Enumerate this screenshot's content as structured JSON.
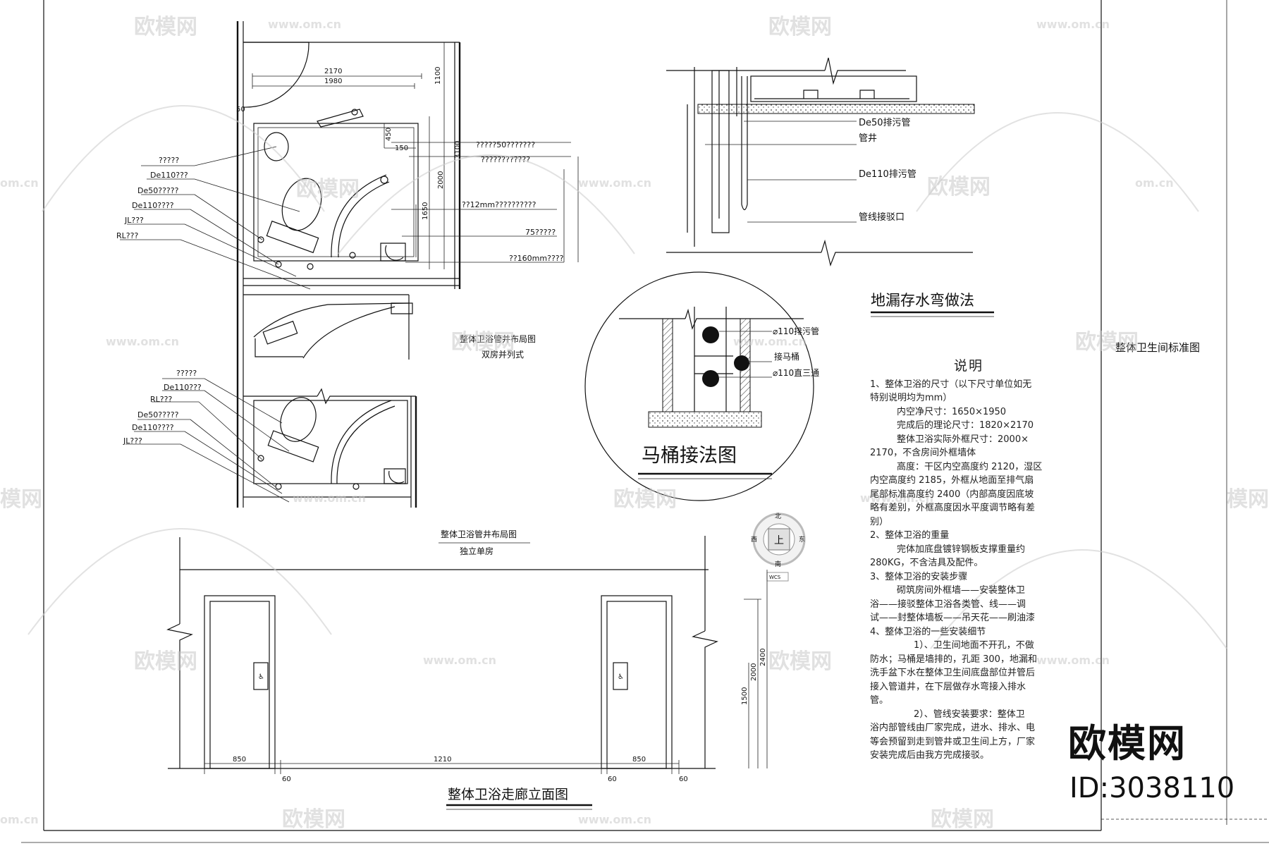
{
  "watermark": {
    "brand": "欧模网",
    "site": "www.om.cn",
    "short": "om.cn",
    "cn_partial": "模网"
  },
  "branding": {
    "name": "欧模网",
    "id": "ID:3038110"
  },
  "titles": {
    "plan_double": "整体卫浴管井布局图",
    "plan_double_sub": "双房并列式",
    "plan_single": "整体卫浴管井布局图",
    "plan_single_sub": "独立单房",
    "floor_drain": "地漏存水弯做法",
    "toilet_connect": "马桶接法图",
    "corridor": "整体卫浴走廊立面图",
    "sheet_side": "整体卫生间标准图"
  },
  "plan_dims": {
    "d2170": "2170",
    "d1980": "1980",
    "d1100": "1100",
    "d50": "50",
    "d450": "450",
    "d150": "150",
    "d3100": "3100",
    "d2000": "2000",
    "d1650": "1650"
  },
  "plan_labels_top": [
    "?????",
    "De110???",
    "De50?????",
    "De110????",
    "JL???",
    "RL???"
  ],
  "plan_callouts": [
    "?????50???????",
    "????????????",
    "??12mm??????????",
    "75?????",
    "??160mm????"
  ],
  "plan_labels_bottom": [
    "?????",
    "De110???",
    "RL???",
    "De50?????",
    "De110????",
    "JL???"
  ],
  "drain_labels": {
    "p1": "De50排污管",
    "p2": "管井",
    "p3": "De110排污管",
    "p4": "管线接驳口"
  },
  "toilet_labels": {
    "l1": "⌀110排污管",
    "l2": "接马桶",
    "l3": "⌀110直三通"
  },
  "compass": {
    "n": "北",
    "s": "南",
    "e": "东",
    "w": "西",
    "center": "上",
    "wcs": "WCS"
  },
  "corridor_dims": {
    "d850a": "850",
    "d60a": "60",
    "d1210": "1210",
    "d60b": "60",
    "d850b": "850",
    "d60c": "60",
    "h1500": "1500",
    "h2000": "2000",
    "h2400": "2400"
  },
  "notes": {
    "title": "说明",
    "lines": [
      {
        "t": "1、整体卫浴的尺寸（以下尺寸单位如无",
        "c": ""
      },
      {
        "t": "特别说明均为mm）",
        "c": ""
      },
      {
        "t": "内空净尺寸：1650×1950",
        "c": "ind1"
      },
      {
        "t": "完成后的理论尺寸：1820×2170",
        "c": "ind1"
      },
      {
        "t": "整体卫浴实际外框尺寸：2000×",
        "c": "ind1"
      },
      {
        "t": "2170，不含房间外框墙体",
        "c": ""
      },
      {
        "t": "高度：干区内空高度约 2120，湿区",
        "c": "ind1"
      },
      {
        "t": "内空高度约 2185，外框从地面至排气扇",
        "c": ""
      },
      {
        "t": "尾部标准高度约 2400（内部高度因底坡",
        "c": ""
      },
      {
        "t": "略有差别，外框高度因水平度调节略有差",
        "c": ""
      },
      {
        "t": "别）",
        "c": ""
      },
      {
        "t": "2、整体卫浴的重量",
        "c": ""
      },
      {
        "t": "完体加底盘镀锌钢板支撑重量约",
        "c": "ind1"
      },
      {
        "t": "280KG，不含洁具及配件。",
        "c": ""
      },
      {
        "t": "3、整体卫浴的安装步骤",
        "c": ""
      },
      {
        "t": "砌筑房间外框墙——安装整体卫",
        "c": "ind1"
      },
      {
        "t": "浴——接驳整体卫浴各类管、线——调",
        "c": ""
      },
      {
        "t": "试——封整体墙板——吊天花——刷油漆",
        "c": ""
      },
      {
        "t": " ",
        "c": ""
      },
      {
        "t": "4、整体卫浴的一些安装细节",
        "c": ""
      },
      {
        "t": "1）、卫生间地面不开孔，不做",
        "c": "ind2"
      },
      {
        "t": "防水；马桶是墙排的，孔距 300，地漏和",
        "c": ""
      },
      {
        "t": "洗手盆下水在整体卫生间底盘部位并管后",
        "c": ""
      },
      {
        "t": "接入管道井，在下层做存水弯接入排水",
        "c": ""
      },
      {
        "t": "管。",
        "c": ""
      },
      {
        "t": " ",
        "c": ""
      },
      {
        "t": "2）、管线安装要求：整体卫",
        "c": "ind2"
      },
      {
        "t": "浴内部管线由厂家完成，进水、排水、电",
        "c": ""
      },
      {
        "t": "等会预留到走到管井或卫生间上方，厂家",
        "c": ""
      },
      {
        "t": "安装完成后由我方完成接驳。",
        "c": ""
      }
    ]
  }
}
